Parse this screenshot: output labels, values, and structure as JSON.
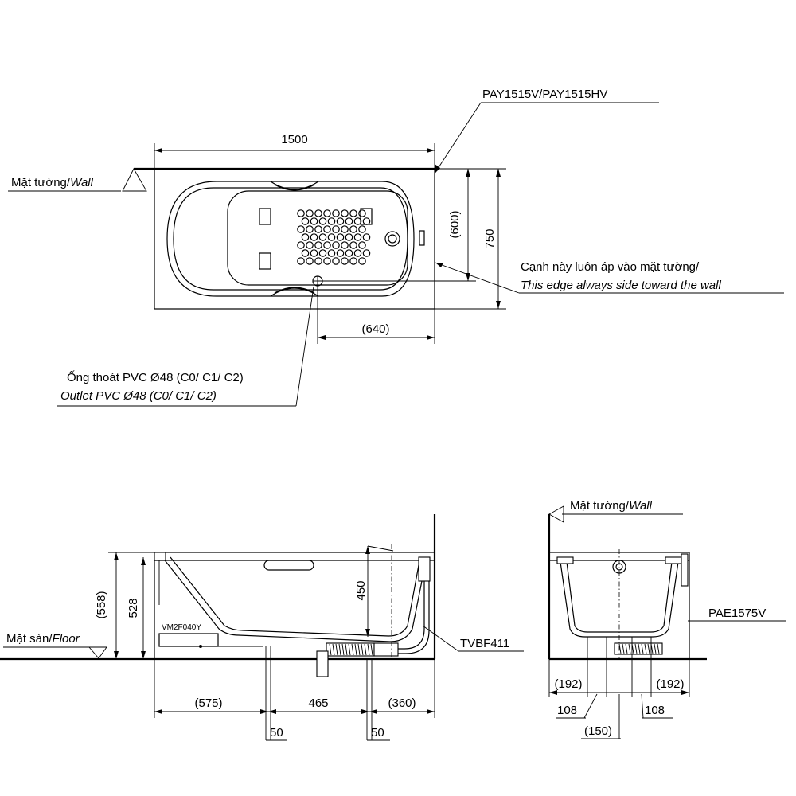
{
  "top_view": {
    "model_label": "PAY1515V/PAY1515HV",
    "wall_label": "Mặt tường/",
    "wall_label_italic": "Wall",
    "dim_length": "1500",
    "dim_inner_depth": "(600)",
    "dim_depth": "750",
    "dim_outlet_offset": "(640)",
    "edge_note_vi": "Cạnh này luôn áp vào mặt tường/",
    "edge_note_en": "This edge always side toward the wall",
    "outlet_note_vi": "Ống thoát PVC Ø48 (C0/ C1/ C2)",
    "outlet_note_en": "Outlet PVC Ø48 (C0/ C1/ C2)"
  },
  "side_view": {
    "floor_label": "Mặt sàn/",
    "floor_label_italic": "Floor",
    "dim_558": "(558)",
    "dim_528": "528",
    "dim_450": "450",
    "dim_575": "(575)",
    "dim_465": "465",
    "dim_360": "(360)",
    "dim_50_left": "50",
    "dim_50_right": "50",
    "leg_code": "VM2F040Y",
    "drain_code": "TVBF411"
  },
  "end_view": {
    "wall_label": "Mặt tường/",
    "wall_label_italic": "Wall",
    "apron_code": "PAE1575V",
    "dim_192_left": "(192)",
    "dim_192_right": "(192)",
    "dim_108_left": "108",
    "dim_108_right": "108",
    "dim_150": "(150)"
  }
}
